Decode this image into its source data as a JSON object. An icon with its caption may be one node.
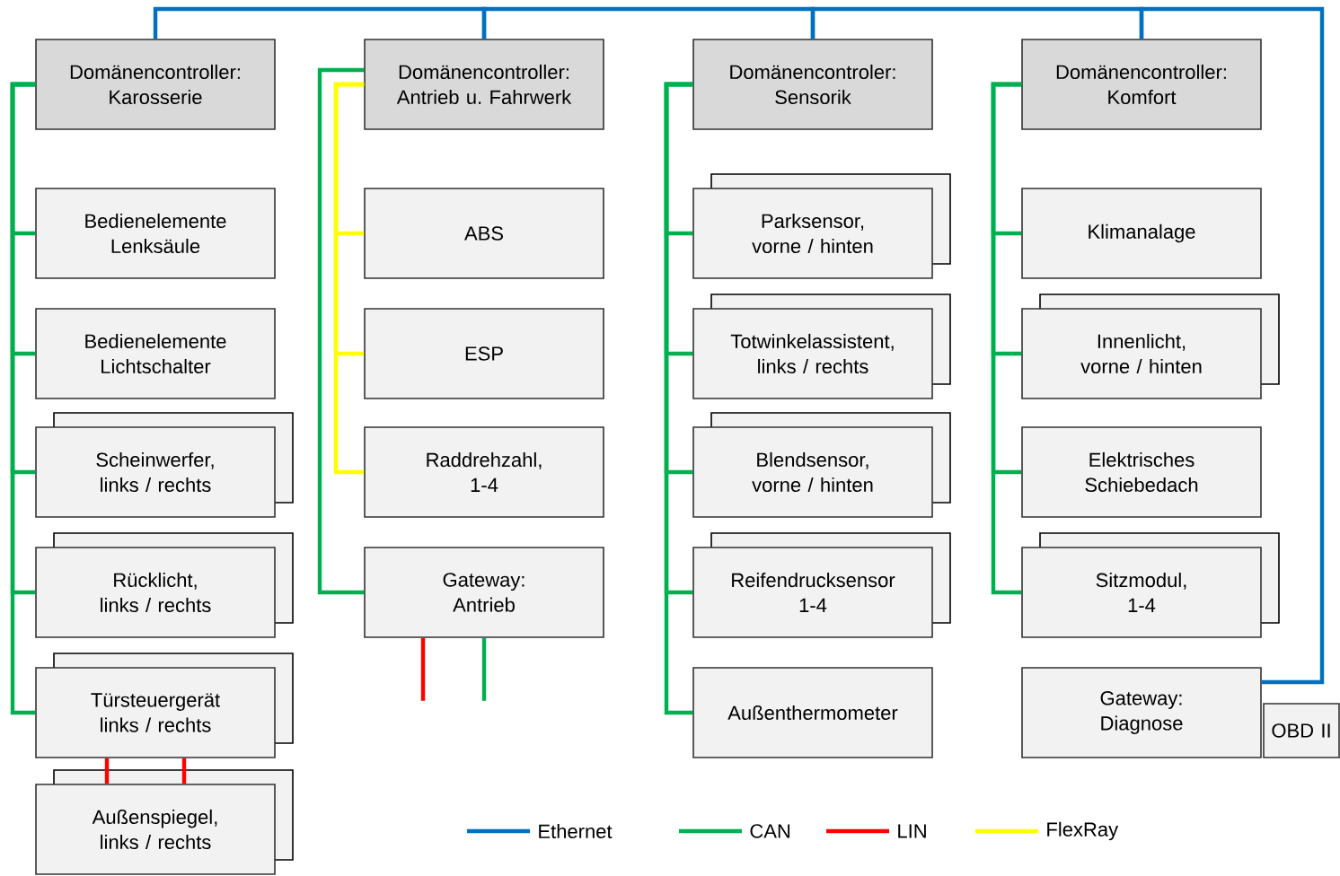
{
  "diagram": {
    "nodes": [
      {
        "text": [
          "Domänencontroller: Karosserie"
        ]
      },
      {
        "text": [
          "Bedienelemente Lenksäule"
        ]
      },
      {
        "text": [
          "Bedienelemente Lichtschalter"
        ]
      },
      {
        "text": [
          "Scheinwerfer, links / rechts"
        ]
      },
      {
        "text": [
          "Rücklicht, links / rechts"
        ]
      },
      {
        "text": [
          "Türsteuergerät links / rechts"
        ]
      },
      {
        "text": [
          "Außenspiegel, links / rechts"
        ]
      },
      {
        "text": [
          "Domänencontroller: Antrieb u. Fahrwerk"
        ]
      },
      {
        "text": [
          "ABS"
        ]
      },
      {
        "text": [
          "ESP"
        ]
      },
      {
        "text": [
          "Raddrehzahl, 1-4"
        ]
      },
      {
        "text": [
          "Gateway: Antrieb"
        ]
      },
      {
        "text": [
          "Domänencontroler: Sensorik"
        ]
      },
      {
        "text": [
          "Parksensor, vorne / hinten"
        ]
      },
      {
        "text": [
          "Totwinkelassistent, links / rechts"
        ]
      },
      {
        "text": [
          "Blendsensor, vorne / hinten"
        ]
      },
      {
        "text": [
          "Reifendrucksensor 1-4"
        ]
      },
      {
        "text": [
          "Außenthermometer"
        ]
      },
      {
        "text": [
          "Domänencontroller: Komfort"
        ]
      },
      {
        "text": [
          "Klimanalage"
        ]
      },
      {
        "text": [
          "Innenlicht, vorne / hinten"
        ]
      },
      {
        "text": [
          "Elektrisches Schiebedach"
        ]
      },
      {
        "text": [
          "Sitzmodul, 1-4"
        ]
      },
      {
        "text": [
          "Gateway: Diagnose"
        ]
      },
      {
        "text": [
          "OBD II"
        ]
      }
    ],
    "edges": [
      {
        "from": 0,
        "to": 7,
        "arrow": "none",
        "color": "#0070c0"
      },
      {
        "from": 7,
        "to": 12,
        "arrow": "none",
        "color": "#0070c0"
      },
      {
        "from": 12,
        "to": 18,
        "arrow": "none",
        "color": "#0070c0"
      },
      {
        "from": 18,
        "to": 23,
        "arrow": "none",
        "color": "#0070c0"
      },
      {
        "from": 0,
        "to": 1,
        "arrow": "none"
      },
      {
        "from": 0,
        "to": 2,
        "arrow": "none"
      },
      {
        "from": 0,
        "to": 3,
        "arrow": "none"
      },
      {
        "from": 0,
        "to": 4,
        "arrow": "none"
      },
      {
        "from": 0,
        "to": 5,
        "arrow": "none"
      },
      {
        "from": 5,
        "to": 6,
        "arrow": "none",
        "color": "#ff0000"
      },
      {
        "from": 5,
        "to": 6,
        "arrow": "none",
        "color": "#ff0000"
      },
      {
        "from": 7,
        "to": 8,
        "arrow": "none",
        "color": "#ffff00"
      },
      {
        "from": 7,
        "to": 9,
        "arrow": "none",
        "color": "#ffff00"
      },
      {
        "from": 7,
        "to": 10,
        "arrow": "none",
        "color": "#ffff00"
      },
      {
        "from": 7,
        "to": 11,
        "arrow": "none"
      },
      {
        "from": 11,
        "to": null,
        "arrow": "none",
        "color": "#ff0000"
      },
      {
        "from": 11,
        "to": null,
        "arrow": "none"
      },
      {
        "from": 12,
        "to": 13,
        "arrow": "none"
      },
      {
        "from": 12,
        "to": 14,
        "arrow": "none"
      },
      {
        "from": 12,
        "to": 15,
        "arrow": "none"
      },
      {
        "from": 12,
        "to": 16,
        "arrow": "none"
      },
      {
        "from": 12,
        "to": 17,
        "arrow": "none"
      },
      {
        "from": 18,
        "to": 19,
        "arrow": "none"
      },
      {
        "from": 18,
        "to": 20,
        "arrow": "none"
      },
      {
        "from": 18,
        "to": 21,
        "arrow": "none"
      },
      {
        "from": 18,
        "to": 22,
        "arrow": "none"
      }
    ],
    "legend": [
      {
        "text": "Ethernet"
      },
      {
        "text": "CAN"
      },
      {
        "text": "LIN"
      },
      {
        "text": "FlexRay"
      }
    ]
  }
}
